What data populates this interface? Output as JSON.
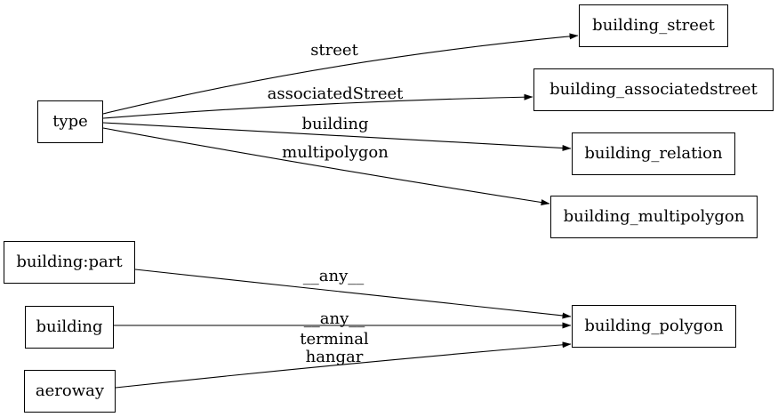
{
  "diagram": {
    "colors": {
      "background": "#ffffff",
      "node_border": "#000000",
      "edge": "#000000",
      "text": "#000000"
    },
    "nodes": [
      {
        "id": "type",
        "label": "type"
      },
      {
        "id": "building_part",
        "label": "building:part"
      },
      {
        "id": "building",
        "label": "building"
      },
      {
        "id": "aeroway",
        "label": "aeroway"
      },
      {
        "id": "building_street",
        "label": "building_street"
      },
      {
        "id": "building_associatedstreet",
        "label": "building_associatedstreet"
      },
      {
        "id": "building_relation",
        "label": "building_relation"
      },
      {
        "id": "building_multipolygon",
        "label": "building_multipolygon"
      },
      {
        "id": "building_polygon",
        "label": "building_polygon"
      }
    ],
    "edges": [
      {
        "from": "type",
        "to": "building_street",
        "label": "street"
      },
      {
        "from": "type",
        "to": "building_associatedstreet",
        "label": "associatedStreet"
      },
      {
        "from": "type",
        "to": "building_relation",
        "label": "building"
      },
      {
        "from": "type",
        "to": "building_multipolygon",
        "label": "multipolygon"
      },
      {
        "from": "building_part",
        "to": "building_polygon",
        "label": "__any__"
      },
      {
        "from": "building",
        "to": "building_polygon",
        "label": "__any__"
      },
      {
        "from": "aeroway",
        "to": "building_polygon",
        "label": "terminal\nhangar"
      }
    ]
  }
}
